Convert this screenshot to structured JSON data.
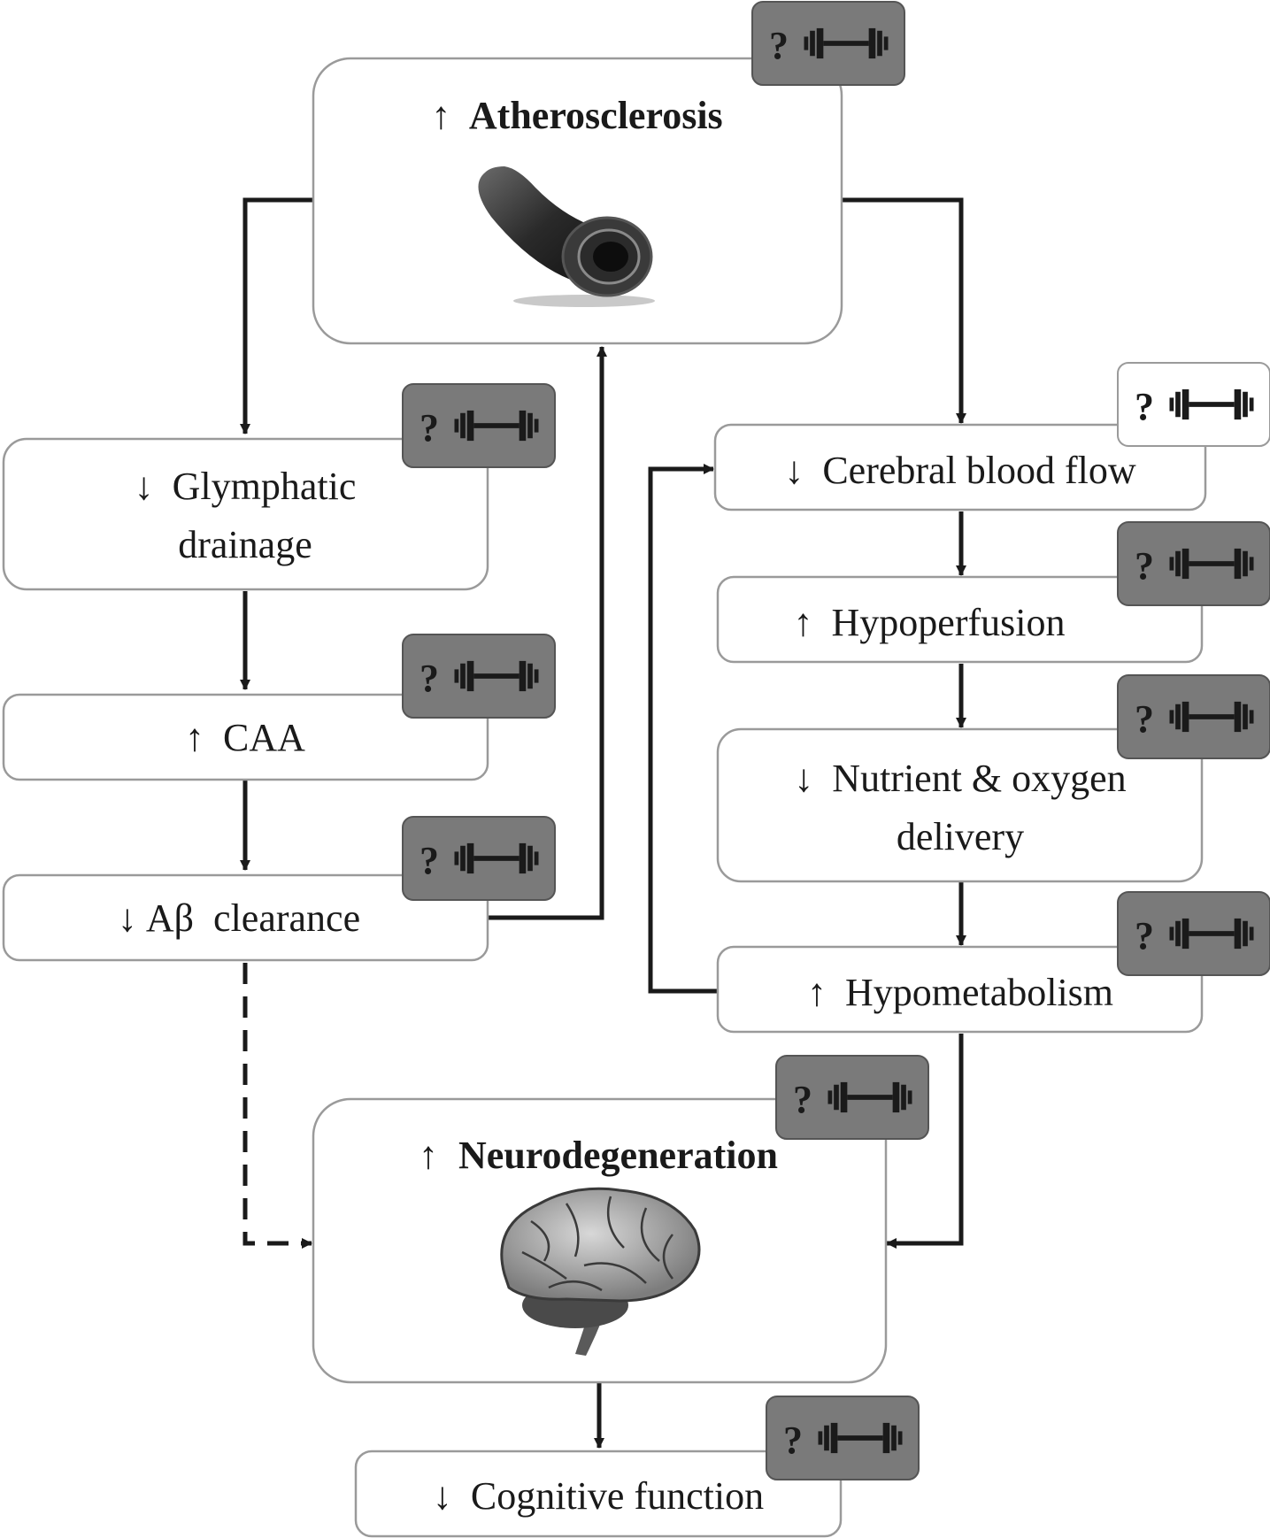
{
  "nodes": {
    "atherosclerosis": {
      "arrow": "↑",
      "label": "Atherosclerosis"
    },
    "glymphatic": {
      "arrow": "↓",
      "line1": "Glymphatic",
      "line2": "drainage"
    },
    "caa": {
      "arrow": "↑",
      "label": "CAA"
    },
    "abeta": {
      "arrow": "↓",
      "label": "Aβ  clearance"
    },
    "cbf": {
      "arrow": "↓",
      "label": "Cerebral blood flow"
    },
    "hypoperfusion": {
      "arrow": "↑",
      "label": "Hypoperfusion"
    },
    "nutrient": {
      "arrow": "↓",
      "line1": "Nutrient & oxygen",
      "line2": "delivery"
    },
    "hypometabolism": {
      "arrow": "↑",
      "label": "Hypometabolism"
    },
    "neurodegeneration": {
      "arrow": "↑",
      "label": "Neurodegeneration"
    },
    "cognitive": {
      "arrow": "↓",
      "label": "Cognitive function"
    }
  },
  "badge": {
    "question": "?",
    "icon": "dumbbell-icon"
  },
  "icons": {
    "vessel": "blood-vessel-icon",
    "brain": "brain-icon"
  },
  "colors": {
    "badge_fill": "#7a7a7a",
    "box_stroke": "#9a9a9a",
    "line": "#1a1a1a"
  }
}
